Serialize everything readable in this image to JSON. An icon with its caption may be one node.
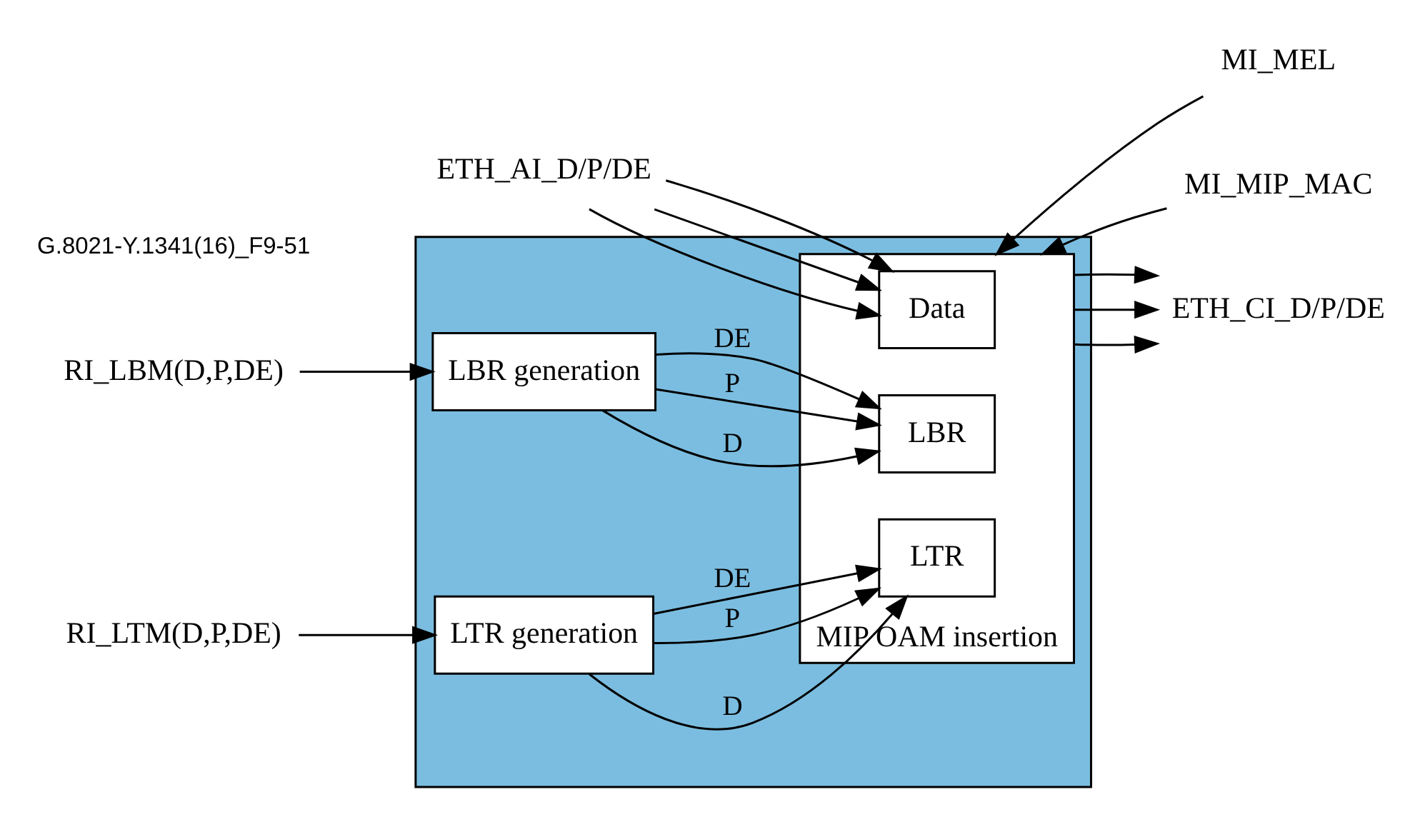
{
  "diagram": {
    "nodes": [
      {
        "text": [],
        "shape": "box"
      },
      {
        "text": [
          "LBR generation"
        ],
        "in": 0
      },
      {
        "text": [
          "LTR generation"
        ],
        "in": 0
      },
      {
        "text": [
          "MIP OAM insertion"
        ],
        "in": 0
      },
      {
        "text": [
          "Data"
        ],
        "in": 3
      },
      {
        "text": [
          "LBR"
        ],
        "in": 3
      },
      {
        "text": [
          "LTR"
        ],
        "in": 3
      },
      {
        "text": [
          "RI_LBM(D,P,DE)"
        ]
      },
      {
        "text": [
          "RI_LTM(D,P,DE)"
        ]
      },
      {
        "text": [
          "ETH_AI_D/P/DE"
        ]
      },
      {
        "text": [
          "MI_MEL"
        ]
      },
      {
        "text": [
          "MI_MIP_MAC"
        ]
      },
      {
        "text": [
          "ETH_CI_D/P/DE"
        ]
      }
    ],
    "edges": [
      {
        "from": 7,
        "to": 1,
        "arrow": "to"
      },
      {
        "from": 8,
        "to": 2,
        "arrow": "to"
      },
      {
        "from": 1,
        "to": 5,
        "arrow": "to",
        "label": "D"
      },
      {
        "from": 1,
        "to": 5,
        "arrow": "to",
        "label": "P"
      },
      {
        "from": 1,
        "to": 5,
        "arrow": "to",
        "label": "DE"
      },
      {
        "from": 2,
        "to": 6,
        "arrow": "to",
        "label": "D"
      },
      {
        "from": 2,
        "to": 6,
        "arrow": "to",
        "label": "P"
      },
      {
        "from": 2,
        "to": 6,
        "arrow": "to",
        "label": "DE"
      },
      {
        "from": 9,
        "to": 4,
        "arrow": "to"
      },
      {
        "from": 9,
        "to": 4,
        "arrow": "to"
      },
      {
        "from": 9,
        "to": 4,
        "arrow": "to"
      },
      {
        "from": 10,
        "to": 3,
        "arrow": "to"
      },
      {
        "from": 11,
        "to": 3,
        "arrow": "to"
      },
      {
        "from": 3,
        "to": 12,
        "arrow": "to"
      },
      {
        "from": 3,
        "to": 12,
        "arrow": "to"
      },
      {
        "from": 3,
        "to": 12,
        "arrow": "to"
      }
    ],
    "labels": [
      "G.8021-Y.1341(16)_F9-51"
    ]
  }
}
